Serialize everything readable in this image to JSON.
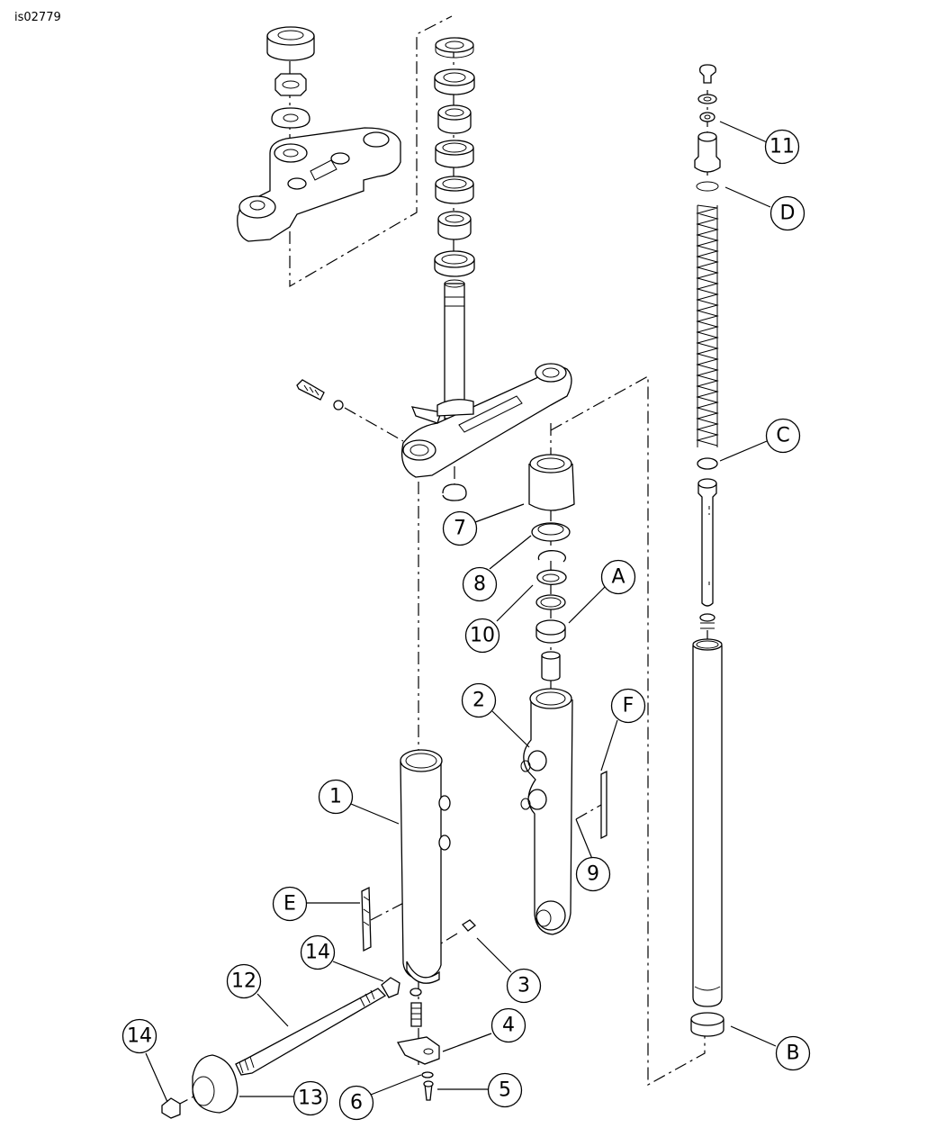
{
  "diagram_id": "is02779",
  "callouts": [
    {
      "id": "c1",
      "label": "1"
    },
    {
      "id": "c2",
      "label": "2"
    },
    {
      "id": "c3",
      "label": "3"
    },
    {
      "id": "c4",
      "label": "4"
    },
    {
      "id": "c5",
      "label": "5"
    },
    {
      "id": "c6",
      "label": "6"
    },
    {
      "id": "c7",
      "label": "7"
    },
    {
      "id": "c8",
      "label": "8"
    },
    {
      "id": "c9",
      "label": "9"
    },
    {
      "id": "c10",
      "label": "10"
    },
    {
      "id": "c11",
      "label": "11"
    },
    {
      "id": "c12",
      "label": "12"
    },
    {
      "id": "c13",
      "label": "13"
    },
    {
      "id": "c14a",
      "label": "14"
    },
    {
      "id": "c14b",
      "label": "14"
    },
    {
      "id": "cA",
      "label": "A"
    },
    {
      "id": "cB",
      "label": "B"
    },
    {
      "id": "cC",
      "label": "C"
    },
    {
      "id": "cD",
      "label": "D"
    },
    {
      "id": "cE",
      "label": "E"
    },
    {
      "id": "cF",
      "label": "F"
    }
  ]
}
